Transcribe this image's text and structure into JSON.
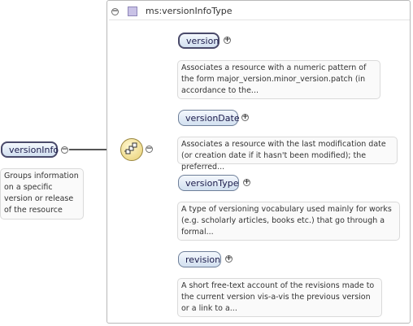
{
  "root": {
    "name": "versionInfo",
    "doc": "Groups information on a specific version or release of the resource"
  },
  "type": {
    "name": "ms:versionInfoType"
  },
  "children": [
    {
      "name": "version",
      "doc": "Associates a resource with a numeric pattern of the form major_version.minor_version.patch (in accordance to the..."
    },
    {
      "name": "versionDate",
      "doc": "Associates a resource with the last modification date (or creation date if it hasn't been modified); the preferred..."
    },
    {
      "name": "versionType",
      "doc": "A type of versioning vocabulary used mainly for works (e.g. scholarly articles, books etc.) that go through a formal..."
    },
    {
      "name": "revision",
      "doc": "A short free-text account of the revisions made to the current version vis-a-vis the previous version or a link to a..."
    }
  ],
  "icons": {
    "collapse": "minus-circle-icon",
    "expand": "plus-circle-icon",
    "type": "complex-type-icon",
    "sequence": "sequence-compositor-icon"
  },
  "colors": {
    "element_border": "#4a4a6a",
    "element_fill": "#d2e0f0",
    "type_icon": "#c9c2e6",
    "compositor": "#e8cf72"
  }
}
